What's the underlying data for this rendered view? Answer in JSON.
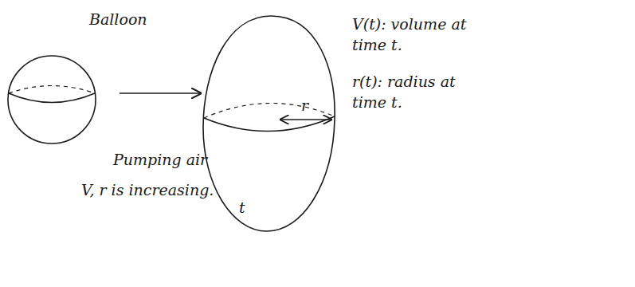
{
  "diagram": {
    "labels": [
      "Balloon",
      "Pumping air",
      "V, r is increasing.",
      "t",
      "r",
      "V(t): volume at time t.",
      "r(t): radius at time t."
    ]
  }
}
